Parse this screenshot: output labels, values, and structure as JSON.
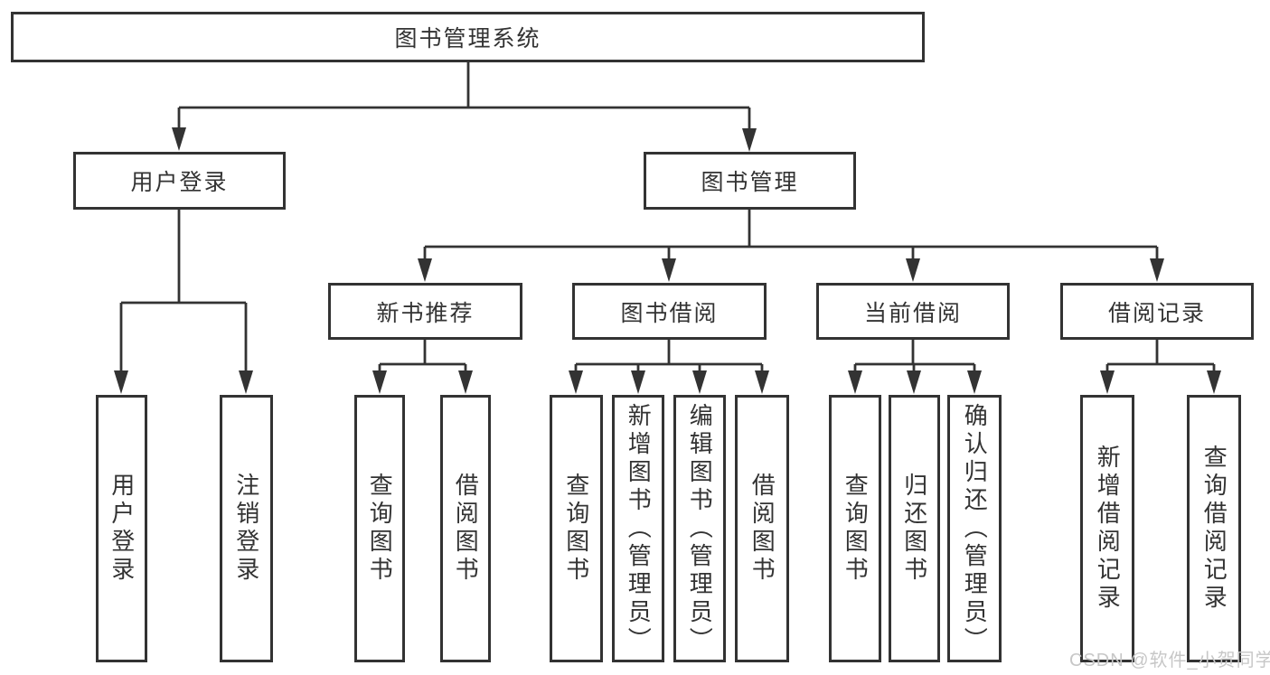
{
  "colors": {
    "line": "#333333",
    "text": "#333333",
    "box_background": "#ffffff",
    "watermark": "#c7c7c7"
  },
  "nodes": {
    "root": "图书管理系统",
    "level2": [
      "用户登录",
      "图书管理"
    ],
    "level3": [
      "新书推荐",
      "图书借阅",
      "当前借阅",
      "借阅记录"
    ],
    "leaves": {
      "user_login": [
        "用户登录",
        "注销登录"
      ],
      "new_books": [
        "查询图书",
        "借阅图书"
      ],
      "book_borrow": [
        "查询图书",
        "新增图书（管理员）",
        "编辑图书（管理员）",
        "借阅图书"
      ],
      "current_borrow": [
        "查询图书",
        "归还图书",
        "确认归还（管理员）"
      ],
      "borrow_records": [
        "新增借阅记录",
        "查询借阅记录"
      ]
    }
  },
  "watermark": "CSDN @软件_小贺同学"
}
